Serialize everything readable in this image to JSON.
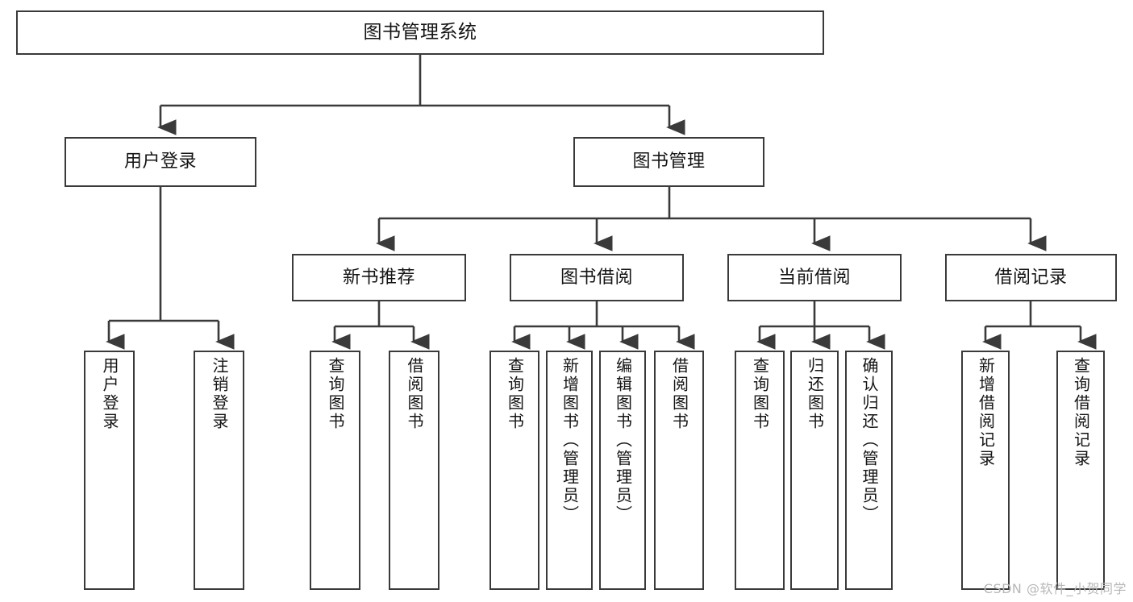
{
  "diagram": {
    "type": "tree-hierarchy",
    "title": "图书管理系统",
    "watermark": "CSDN @软件_小贺同学",
    "colors": {
      "background": "#ffffff",
      "stroke": "#3a3a3a",
      "text": "#141414",
      "watermark": "#b7b7b7"
    },
    "nodes": {
      "root": {
        "label": "图书管理系统",
        "level": 1
      },
      "user_login": {
        "label": "用户登录",
        "level": 2
      },
      "book_manage": {
        "label": "图书管理",
        "level": 2
      },
      "new_book_rec": {
        "label": "新书推荐",
        "level": 3
      },
      "book_borrow": {
        "label": "图书借阅",
        "level": 3
      },
      "current_borrow": {
        "label": "当前借阅",
        "level": 3
      },
      "borrow_record": {
        "label": "借阅记录",
        "level": 3
      },
      "leaf_1": {
        "label": "用户登录",
        "level": 4
      },
      "leaf_2": {
        "label": "注销登录",
        "level": 4
      },
      "leaf_3": {
        "label": "查询图书",
        "level": 4
      },
      "leaf_4": {
        "label": "借阅图书",
        "level": 4
      },
      "leaf_5": {
        "label": "查询图书",
        "level": 4
      },
      "leaf_6": {
        "label": "新增图书（管理员）",
        "level": 4
      },
      "leaf_7": {
        "label": "编辑图书（管理员）",
        "level": 4
      },
      "leaf_8": {
        "label": "借阅图书",
        "level": 4
      },
      "leaf_9": {
        "label": "查询图书",
        "level": 4
      },
      "leaf_10": {
        "label": "归还图书",
        "level": 4
      },
      "leaf_11": {
        "label": "确认归还（管理员）",
        "level": 4
      },
      "leaf_12": {
        "label": "新增借阅记录",
        "level": 4
      },
      "leaf_13": {
        "label": "查询借阅记录",
        "level": 4
      }
    },
    "edges": [
      {
        "from": "root",
        "to": "user_login"
      },
      {
        "from": "root",
        "to": "book_manage"
      },
      {
        "from": "user_login",
        "to": "leaf_1"
      },
      {
        "from": "user_login",
        "to": "leaf_2"
      },
      {
        "from": "book_manage",
        "to": "new_book_rec"
      },
      {
        "from": "book_manage",
        "to": "book_borrow"
      },
      {
        "from": "book_manage",
        "to": "current_borrow"
      },
      {
        "from": "book_manage",
        "to": "borrow_record"
      },
      {
        "from": "new_book_rec",
        "to": "leaf_3"
      },
      {
        "from": "new_book_rec",
        "to": "leaf_4"
      },
      {
        "from": "book_borrow",
        "to": "leaf_5"
      },
      {
        "from": "book_borrow",
        "to": "leaf_6"
      },
      {
        "from": "book_borrow",
        "to": "leaf_7"
      },
      {
        "from": "book_borrow",
        "to": "leaf_8"
      },
      {
        "from": "current_borrow",
        "to": "leaf_9"
      },
      {
        "from": "current_borrow",
        "to": "leaf_10"
      },
      {
        "from": "current_borrow",
        "to": "leaf_11"
      },
      {
        "from": "borrow_record",
        "to": "leaf_12"
      },
      {
        "from": "borrow_record",
        "to": "leaf_13"
      }
    ]
  }
}
